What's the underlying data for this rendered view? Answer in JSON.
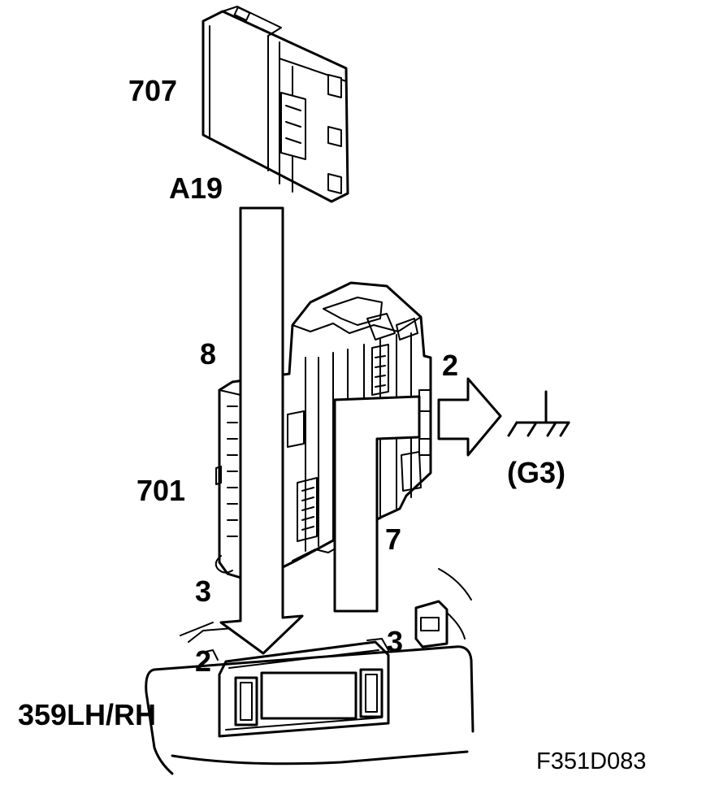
{
  "labels": {
    "module_707": "707",
    "connector_a19": "A19",
    "pin_8": "8",
    "unit_701": "701",
    "pin_2_right": "2",
    "ground_g3": "(G3)",
    "pin_7": "7",
    "pin_3_left": "3",
    "pin_2_bottom": "2",
    "pin_3_bottom": "3",
    "connector_359": "359LH/RH",
    "figure_code": "F351D083"
  },
  "colors": {
    "ink": "#000000",
    "paper": "#ffffff"
  },
  "icons": {
    "ground": "ground-symbol-icon"
  }
}
